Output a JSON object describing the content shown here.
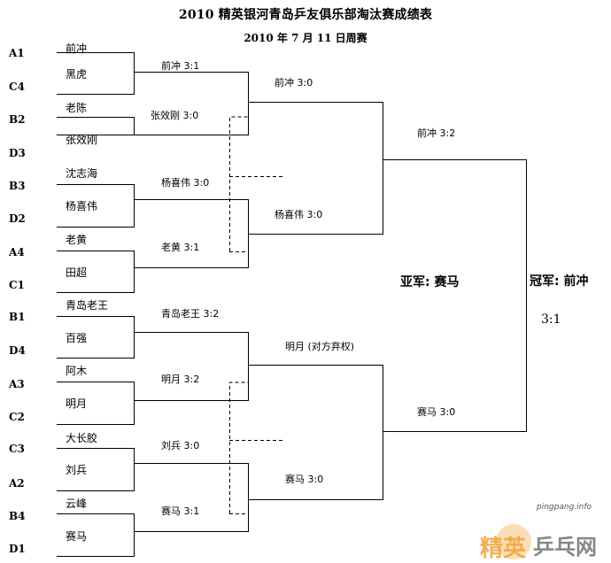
{
  "header": {
    "title": "2010 精英银河青岛乒友俱乐部淘汰赛成绩表",
    "date": "2010 年 7 月 11 日周赛"
  },
  "seeds": [
    "A1",
    "C4",
    "B2",
    "D3",
    "B3",
    "D2",
    "A4",
    "C1",
    "B1",
    "D4",
    "A3",
    "C2",
    "C3",
    "A2",
    "B4",
    "D1"
  ],
  "players": [
    "前冲",
    "黑虎",
    "老陈",
    "张效刚",
    "沈志海",
    "杨喜伟",
    "老黄",
    "田超",
    "青岛老王",
    "百强",
    "阿木",
    "明月",
    "大长胶",
    "刘兵",
    "云峰",
    "赛马"
  ],
  "round1": [
    "前冲 3:1",
    "张效刚 3:0",
    "杨喜伟 3:0",
    "老黄 3:1",
    "青岛老王 3:2",
    "明月 3:2",
    "刘兵 3:0",
    "赛马 3:1"
  ],
  "round2": [
    "前冲 3:0",
    "杨喜伟 3:0",
    "明月 (对方弃权)",
    "赛马 3:0"
  ],
  "semis": [
    "前冲 3:2",
    "赛马 3:0"
  ],
  "result": {
    "runner_up": "亚军: 赛马",
    "champion": "冠军: 前冲",
    "final_score": "3:1"
  },
  "watermark": {
    "site": "pingpang.info",
    "brand": "精英乒乓网"
  }
}
